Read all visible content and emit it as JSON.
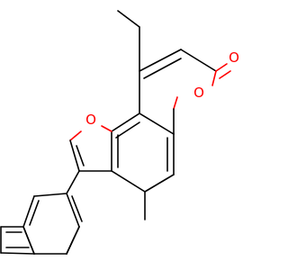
{
  "molecule": {
    "atoms": {
      "carbonyl_oxygen": {
        "symbol": "O",
        "color": "#ff0000"
      },
      "ring_oxygen": {
        "symbol": "O",
        "color": "#ff0000"
      },
      "furan_oxygen": {
        "symbol": "O",
        "color": "#ff0000"
      }
    },
    "bond_color": "#000000",
    "heteroatom_color": "#ff0000"
  }
}
